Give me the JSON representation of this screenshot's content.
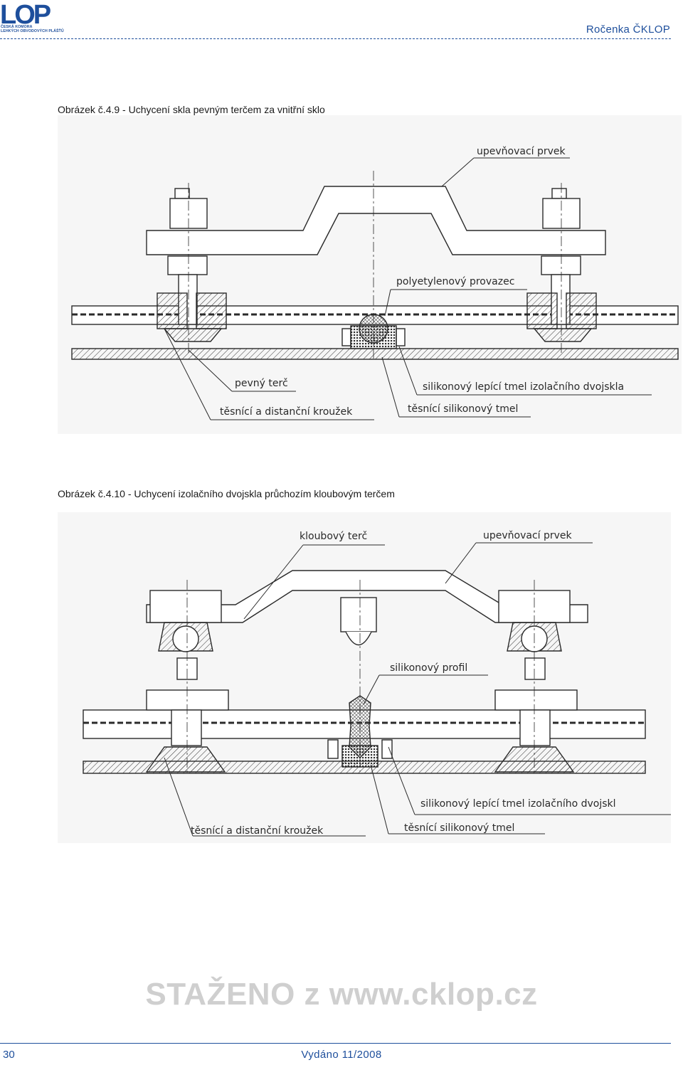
{
  "header": {
    "logo_text": "LOP",
    "logo_sub_line1": "ČESKÁ KOMORA",
    "logo_sub_line2": "LEHKÝCH OBVODOVÝCH PLÁŠŤŮ",
    "title": "Ročenka ČKLOP"
  },
  "figure1": {
    "caption": "Obrázek č.4.9   - Uchycení skla pevným terčem za vnitřní sklo",
    "labels": {
      "fixing": "upevňovací prvek",
      "rope": "polyetylenový provazec",
      "disc": "pevný terč",
      "silicone_glue": "silikonový lepící tmel izolačního dvojskla",
      "ring": "těsnící a distanční kroužek",
      "sealant": "těsnící silikonový tmel"
    }
  },
  "figure2": {
    "caption": "Obrázek č.4.10   - Uchycení izolačního dvojskla průchozím kloubovým terčem",
    "labels": {
      "joint_disc": "kloubový terč",
      "fixing": "upevňovací prvek",
      "profile": "silikonový profil",
      "silicone_glue": "silikonový lepící tmel izolačního dvojskl",
      "ring": "těsnící a distanční kroužek",
      "sealant": "těsnící silikonový tmel"
    }
  },
  "watermark": "STAŽENO z www.cklop.cz",
  "footer": {
    "page_number": "30",
    "edition": "Vydáno 11/2008"
  },
  "colors": {
    "brand_blue": "#1e4f9c",
    "drawing_line": "#2a2a2a",
    "figure_bg": "#f6f6f6"
  }
}
